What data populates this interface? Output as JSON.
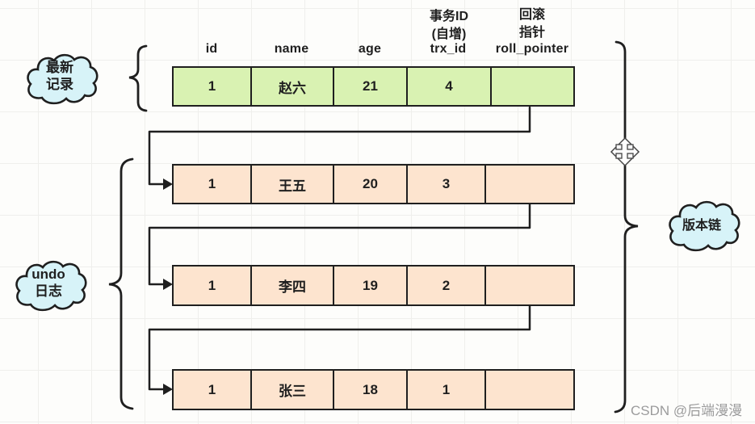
{
  "header": {
    "trx_note_line1": "事务ID",
    "trx_note_line2": "(自增)",
    "roll_note_line1": "回滚",
    "roll_note_line2": "指针",
    "columns": [
      "id",
      "name",
      "age",
      "trx_id",
      "roll_pointer"
    ]
  },
  "rows": [
    {
      "id": "1",
      "name": "赵六",
      "age": "21",
      "trx_id": "4",
      "roll_pointer": ""
    },
    {
      "id": "1",
      "name": "王五",
      "age": "20",
      "trx_id": "3",
      "roll_pointer": ""
    },
    {
      "id": "1",
      "name": "李四",
      "age": "19",
      "trx_id": "2",
      "roll_pointer": ""
    },
    {
      "id": "1",
      "name": "张三",
      "age": "18",
      "trx_id": "1",
      "roll_pointer": ""
    }
  ],
  "clouds": {
    "latest_line1": "最新",
    "latest_line2": "记录",
    "undo_line1": "undo",
    "undo_line2": "日志",
    "version_chain": "版本链"
  },
  "watermark": "CSDN @后端漫漫",
  "icons": {
    "move_handle": "move-icon"
  },
  "colors": {
    "latest_row": "#d9f2b2",
    "undo_row": "#fde4cf",
    "cloud": "#d7f3f8",
    "line": "#1f1f1f",
    "text": "#1f1f1f",
    "watermark": "#9b9b9b",
    "grid": "#efefec",
    "bg": "#fdfdfb"
  }
}
